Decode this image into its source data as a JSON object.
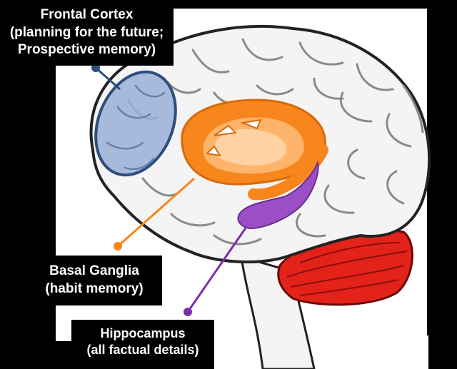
{
  "labels": {
    "frontal": {
      "line1": "Frontal Cortex",
      "line2": "(planning for the future;",
      "line3": "Prospective memory)"
    },
    "basal": {
      "line1": "Basal Ganglia",
      "line2": "(habit memory)"
    },
    "hippocampus": {
      "line1": "Hippocampus",
      "line2": "(all factual details)"
    }
  },
  "colors": {
    "background": "#000000",
    "panel": "#ffffff",
    "brain_fill": "#f4f4f4",
    "brain_outline": "#222222",
    "gyri": "#8a8a8a",
    "frontal_fill": "#9aafd6",
    "frontal_stroke": "#2d4e7e",
    "basal": "#f7861d",
    "basal_light": "#ffd2a3",
    "hippocampus": "#9b4fc6",
    "cerebellum": "#e3231a",
    "label_text": "#ffffff"
  },
  "icons": [
    "pointer-dot-icon"
  ]
}
